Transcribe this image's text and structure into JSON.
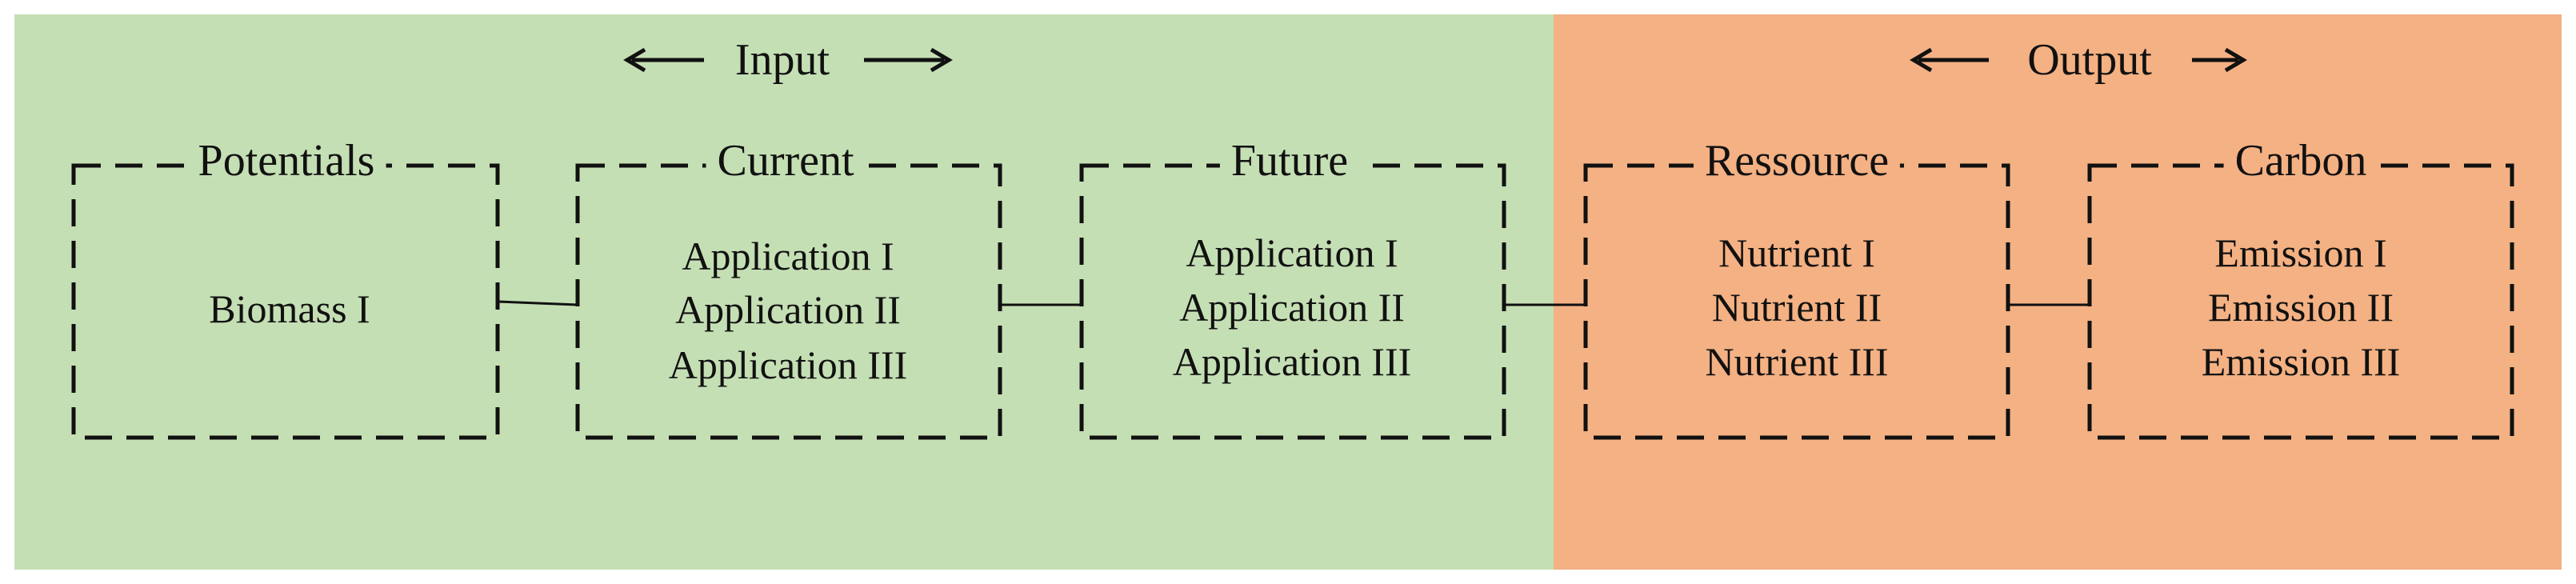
{
  "colors": {
    "input_region": "#c5dfb4",
    "output_region": "#f4b183",
    "line": "#111111"
  },
  "header": {
    "input_label": "Input",
    "output_label": "Output"
  },
  "boxes": [
    {
      "title": "Potentials",
      "lines": [
        "Biomass I"
      ]
    },
    {
      "title": "Current",
      "lines": [
        "Application I",
        "Application II",
        "Application III"
      ]
    },
    {
      "title": "Future",
      "lines": [
        "Application I",
        "Application II",
        "Application III"
      ]
    },
    {
      "title": "Ressource",
      "lines": [
        "Nutrient I",
        "Nutrient II",
        "Nutrient III"
      ]
    },
    {
      "title": "Carbon",
      "lines": [
        "Emission I",
        "Emission II",
        "Emission III"
      ]
    }
  ]
}
